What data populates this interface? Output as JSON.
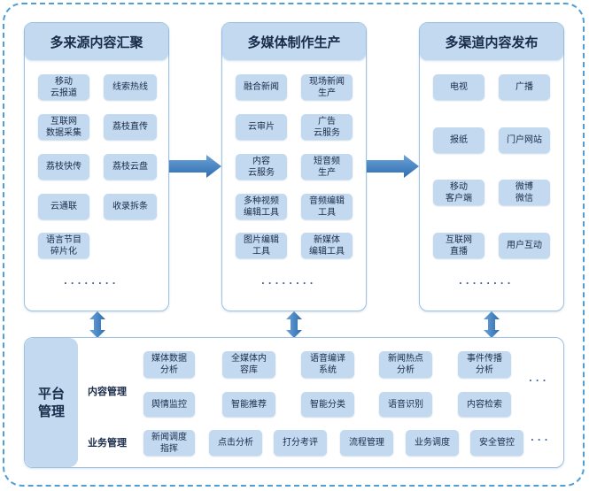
{
  "columns": [
    {
      "title": "多来源内容汇聚",
      "items": [
        "移动\n云报道",
        "线索热线",
        "互联网\n数据采集",
        "荔枝直传",
        "荔枝快传",
        "荔枝云盘",
        "云通联",
        "收录拆条",
        "语言节目\n碎片化"
      ],
      "more": "........"
    },
    {
      "title": "多媒体制作生产",
      "items": [
        "融合新闻",
        "现场新闻\n生产",
        "云审片",
        "广告\n云服务",
        "内容\n云服务",
        "短音频\n生产",
        "多种视频\n编辑工具",
        "音频编辑\n工具",
        "图片编辑\n工具",
        "新媒体\n编辑工具"
      ],
      "more": "........"
    },
    {
      "title": "多渠道内容发布",
      "items": [
        "电视",
        "广播",
        "报纸",
        "门户网站",
        "移动\n客户端",
        "微博\n微信",
        "互联网\n直播",
        "用户互动"
      ],
      "more": "........"
    }
  ],
  "platform": {
    "title": "平台\n管理",
    "content_label": "内容管理",
    "business_label": "业务管理",
    "content_row1": [
      "媒体数据\n分析",
      "全媒体内\n容库",
      "语音编译\n系统",
      "新闻热点\n分析",
      "事件传播\n分析"
    ],
    "content_row2": [
      "舆情监控",
      "智能推荐",
      "智能分类",
      "语音识别",
      "内容检索"
    ],
    "business_row": [
      "新闻调度\n指挥",
      "点击分析",
      "打分考评",
      "流程管理",
      "业务调度",
      "安全管控"
    ],
    "more": "..."
  },
  "colors": {
    "accent": "#3f7fc0",
    "box": "#c2d9ef",
    "border": "#9dc2e3"
  }
}
